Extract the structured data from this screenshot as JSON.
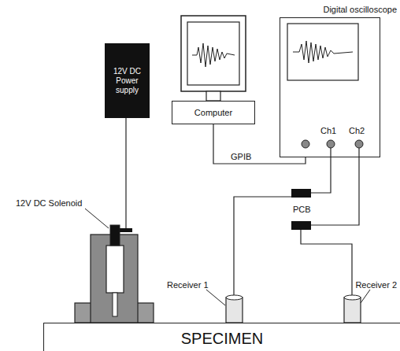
{
  "diagram": {
    "nodes": [
      {
        "text": [
          "12V DC Power supply"
        ]
      },
      {
        "text": [
          "Computer"
        ]
      },
      {
        "text": [
          "Digital oscilloscope"
        ]
      },
      {
        "text": [
          "SPECIMEN"
        ]
      }
    ],
    "edges": [
      {
        "from": 1,
        "to": 2,
        "arrow": "none",
        "label": "GPIB"
      }
    ],
    "labels": [
      "Ch1",
      "Ch2",
      "PCB",
      "12V DC Solenoid",
      "Receiver 1",
      "Receiver 2"
    ]
  }
}
